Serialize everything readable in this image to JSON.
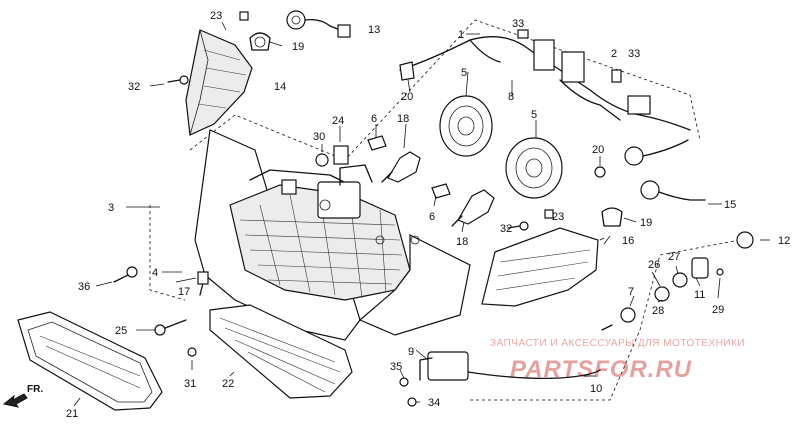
{
  "diagram": {
    "callouts": {
      "p1": "1",
      "p2": "2",
      "p3": "3",
      "p4": "4",
      "p5a": "5",
      "p5b": "5",
      "p6a": "6",
      "p6b": "6",
      "p7": "7",
      "p8": "8",
      "p9": "9",
      "p10": "10",
      "p11": "11",
      "p12": "12",
      "p13": "13",
      "p14": "14",
      "p15": "15",
      "p16": "16",
      "p17": "17",
      "p18a": "18",
      "p18b": "18",
      "p19a": "19",
      "p19b": "19",
      "p20a": "20",
      "p20b": "20",
      "p21": "21",
      "p22": "22",
      "p23a": "23",
      "p23b": "23",
      "p24": "24",
      "p25": "25",
      "p26": "26",
      "p27": "27",
      "p28": "28",
      "p29": "29",
      "p30": "30",
      "p31": "31",
      "p32a": "32",
      "p32b": "32",
      "p33a": "33",
      "p33b": "33",
      "p34": "34",
      "p35": "35",
      "p36": "36"
    },
    "direction_label": "FR.",
    "watermark": {
      "line1": "ЗАПЧАСТИ И АКСЕССУАРЫ ДЛЯ МОТОТЕХНИКИ",
      "line2": "PARTSFOR.RU"
    }
  }
}
